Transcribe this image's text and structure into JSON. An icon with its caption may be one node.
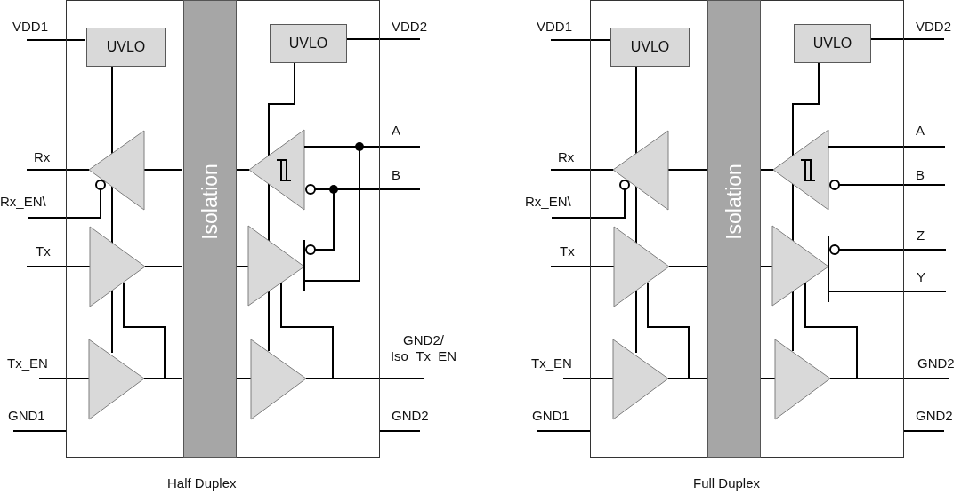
{
  "diagram": {
    "nodes": [
      {
        "text": [],
        "shape": "box"
      },
      {
        "text": [
          "UVLO"
        ],
        "in": 0
      },
      {
        "text": [
          "UVLO"
        ],
        "in": 0
      },
      {
        "text": [
          "Isolation"
        ],
        "in": 0
      },
      {
        "text": [],
        "shape": "box"
      },
      {
        "text": [
          "UVLO"
        ],
        "in": 4
      },
      {
        "text": [
          "UVLO"
        ],
        "in": 4
      },
      {
        "text": [
          "Isolation"
        ],
        "in": 4
      }
    ],
    "labels": [
      "VDD1",
      "Rx",
      "Rx_EN\\",
      "Tx",
      "Tx_EN",
      "GND1",
      "VDD2",
      "A",
      "B",
      "GND2/ Iso_Tx_EN",
      "GND2",
      "Half Duplex",
      "VDD1",
      "Rx",
      "Rx_EN\\",
      "Tx",
      "Tx_EN",
      "GND1",
      "VDD2",
      "A",
      "B",
      "Z",
      "Y",
      "GND2",
      "GND2",
      "Full Duplex"
    ]
  }
}
